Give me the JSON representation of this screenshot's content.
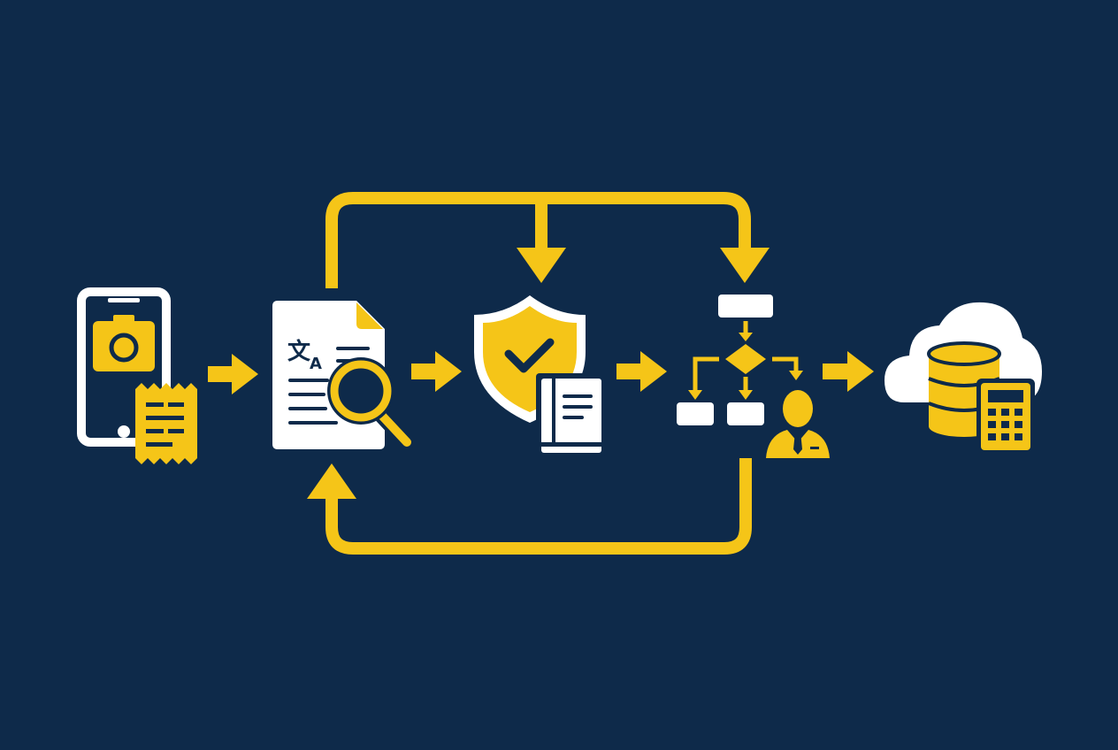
{
  "colors": {
    "background": "#0e2a4a",
    "accent": "#f5c518",
    "foreground": "#ffffff"
  },
  "steps": [
    {
      "icon": "phone-camera-receipt-icon"
    },
    {
      "icon": "translate-document-search-icon",
      "glyph_main": "文",
      "glyph_sub": "A"
    },
    {
      "icon": "shield-check-book-icon"
    },
    {
      "icon": "flowchart-person-icon"
    },
    {
      "icon": "cloud-database-calculator-icon"
    }
  ],
  "connectors": [
    "arrow-right",
    "arrow-right",
    "arrow-right",
    "arrow-right",
    "feedback-loop-top",
    "feedback-loop-bottom"
  ]
}
